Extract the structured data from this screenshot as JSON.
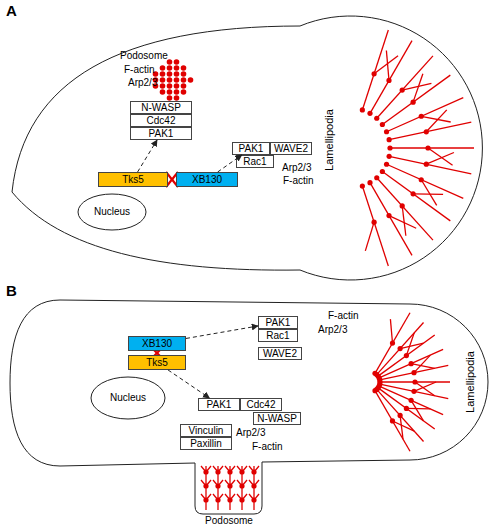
{
  "diagram": {
    "nodes": [
      {
        "text": [
          "N-WASP"
        ]
      },
      {
        "text": [
          "Cdc42"
        ]
      },
      {
        "text": [
          "PAK1"
        ]
      },
      {
        "text": [
          "PAK1"
        ]
      },
      {
        "text": [
          "WAVE2"
        ]
      },
      {
        "text": [
          "Rac1"
        ]
      },
      {
        "text": [
          "Tks5"
        ]
      },
      {
        "text": [
          "XB130"
        ]
      },
      {
        "text": [
          "Nucleus"
        ]
      },
      {
        "text": [
          "XB130"
        ]
      },
      {
        "text": [
          "Tks5"
        ]
      },
      {
        "text": [
          "PAK1"
        ]
      },
      {
        "text": [
          "Rac1"
        ]
      },
      {
        "text": [
          "WAVE2"
        ]
      },
      {
        "text": [
          "Nucleus"
        ]
      },
      {
        "text": [
          "PAK1"
        ]
      },
      {
        "text": [
          "Cdc42"
        ]
      },
      {
        "text": [
          "N-WASP"
        ]
      },
      {
        "text": [
          "Vinculin"
        ]
      },
      {
        "text": [
          "Paxillin"
        ]
      }
    ],
    "edges": [
      {
        "from": 6,
        "to": 2,
        "arrow": "to"
      },
      {
        "from": 7,
        "to": 3,
        "arrow": "to"
      },
      {
        "from": 9,
        "to": 11,
        "arrow": "to"
      },
      {
        "from": 10,
        "to": 15,
        "arrow": "to"
      }
    ],
    "labels": [
      "A",
      "Podosome",
      "F-actin",
      "Arp2/3",
      "Arp2/3",
      "F-actin",
      "Lamellipodia",
      "B",
      "F-actin",
      "Arp2/3",
      "Lamellipodia",
      "Arp2/3",
      "F-actin",
      "Podosome"
    ]
  }
}
